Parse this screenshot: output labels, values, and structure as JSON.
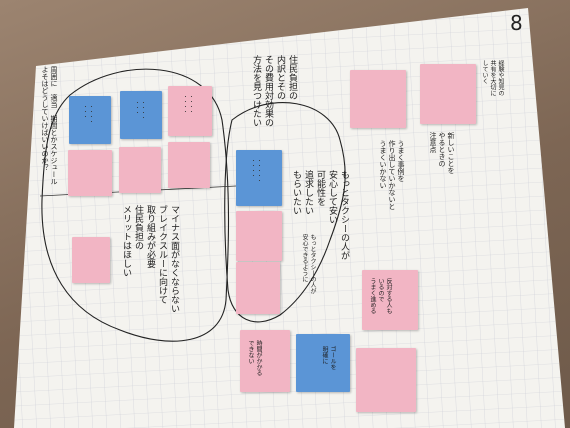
{
  "page_number": "8",
  "labels": {
    "title_top": "周囲に　適当　期間とかスケジュール\nよそはどうしていけばいいのか？",
    "left_circle": "マイナス面がなくならない\nブレイクスルーに向けて\n取り組みが必要\n住民負担の\nメリットはほしい",
    "right_top": "住民負担の\n内訳とその\nその費用対効果の\n方法を見つけたい",
    "right_mid": "もっとタクシーの人が\n安心して安い\n可能性を\n追求したい\nもらいたい",
    "circle_bottom": "もっとタクシーの人が\n安心できるように",
    "right_col_1": "うまく事例を\n作り出していかないと\nうまくいかない",
    "right_col_2": "新しいことを\nやるときの\n注意点",
    "right_col_3": "経験や知見の\n共有を大切に\nしていく",
    "bottom_1": "時間がかかる\nできない",
    "bottom_2": "ゴールを\n明確に",
    "bottom_3": "反対する人も\nいるので\nうまく進める"
  },
  "colors": {
    "pink_note": "#f2b5c4",
    "blue_note": "#5b95d6",
    "paper": "#f4f3ef"
  }
}
